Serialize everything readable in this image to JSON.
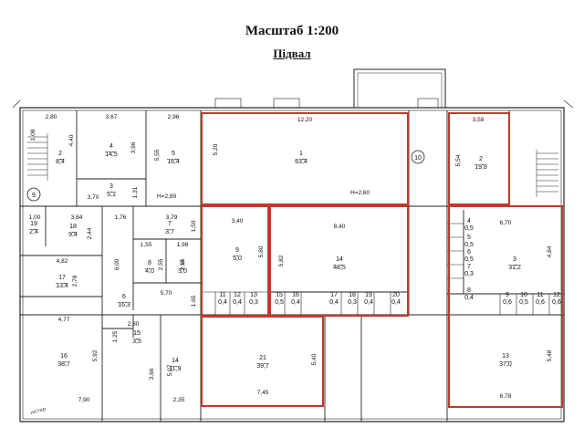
{
  "header": {
    "title": "Масштаб 1:200",
    "subtitle": "Підвал"
  },
  "markers": {
    "axis_9": "9",
    "axis_10": "10"
  },
  "heights": {
    "h1": "Н=2,89",
    "h2": "Н=2,60"
  },
  "stamp": "ністер",
  "rooms": [
    {
      "num": "1",
      "area": "63,4"
    },
    {
      "num": "2",
      "area": "19,8"
    },
    {
      "num": "2",
      "area": "8,4"
    },
    {
      "num": "3",
      "area": "5,1"
    },
    {
      "num": "4",
      "area": "14,5"
    },
    {
      "num": "5",
      "area": "16,4"
    },
    {
      "num": "19",
      "area": "2,4"
    },
    {
      "num": "18",
      "area": "9,4"
    },
    {
      "num": "7",
      "area": "3,7"
    },
    {
      "num": "8",
      "area": "4,0"
    },
    {
      "num": "9",
      "area": "3,0"
    },
    {
      "num": "9",
      "area": "5,0"
    },
    {
      "num": "14",
      "area": "48,5"
    },
    {
      "num": "3",
      "area": "31,2"
    },
    {
      "num": "17",
      "area": "13,4"
    },
    {
      "num": "6",
      "area": "16,3"
    },
    {
      "num": "16",
      "area": "38,7"
    },
    {
      "num": "15",
      "area": "3,5"
    },
    {
      "num": "14",
      "area": "11,9"
    },
    {
      "num": "21",
      "area": "39,7"
    },
    {
      "num": "13",
      "area": "37,0"
    }
  ],
  "small_rooms": [
    {
      "num": "11",
      "area": "0,4"
    },
    {
      "num": "12",
      "area": "0,4"
    },
    {
      "num": "13",
      "area": "0,3"
    },
    {
      "num": "15",
      "area": "0,5"
    },
    {
      "num": "16",
      "area": "0,4"
    },
    {
      "num": "17",
      "area": "0,4"
    },
    {
      "num": "18",
      "area": "0,3"
    },
    {
      "num": "19",
      "area": "0,4"
    },
    {
      "num": "20",
      "area": "0,4"
    },
    {
      "num": "4",
      "area": "0,5"
    },
    {
      "num": "5",
      "area": "0,5"
    },
    {
      "num": "6",
      "area": "0,5"
    },
    {
      "num": "7",
      "area": "0,3"
    },
    {
      "num": "8",
      "area": "0,4"
    },
    {
      "num": "9",
      "area": "0,6"
    },
    {
      "num": "10",
      "area": "0,5"
    },
    {
      "num": "11",
      "area": "0,6"
    },
    {
      "num": "12",
      "area": "0,6"
    }
  ],
  "dims_h": [
    "2,80",
    "3,67",
    "2,96",
    "12,20",
    "3,58",
    "3,70",
    "1,00",
    "3,84",
    "1,76",
    "3,79",
    "3,40",
    "8,40",
    "6,70",
    "1,55",
    "1,98",
    "4,82",
    "5,70",
    "4,77",
    "2,80",
    "7,90",
    "2,35",
    "7,45",
    "6,78"
  ],
  "dims_v": [
    "1,08",
    "4,40",
    "3,96",
    "5,55",
    "1,31",
    "5,20",
    "5,54",
    "1,50",
    "2,44",
    "6,00",
    "2,55",
    "2,55",
    "5,80",
    "5,82",
    "4,84",
    "2,78",
    "1,65",
    "5,92",
    "1,25",
    "3,66",
    "5,07",
    "5,40",
    "5,48"
  ]
}
